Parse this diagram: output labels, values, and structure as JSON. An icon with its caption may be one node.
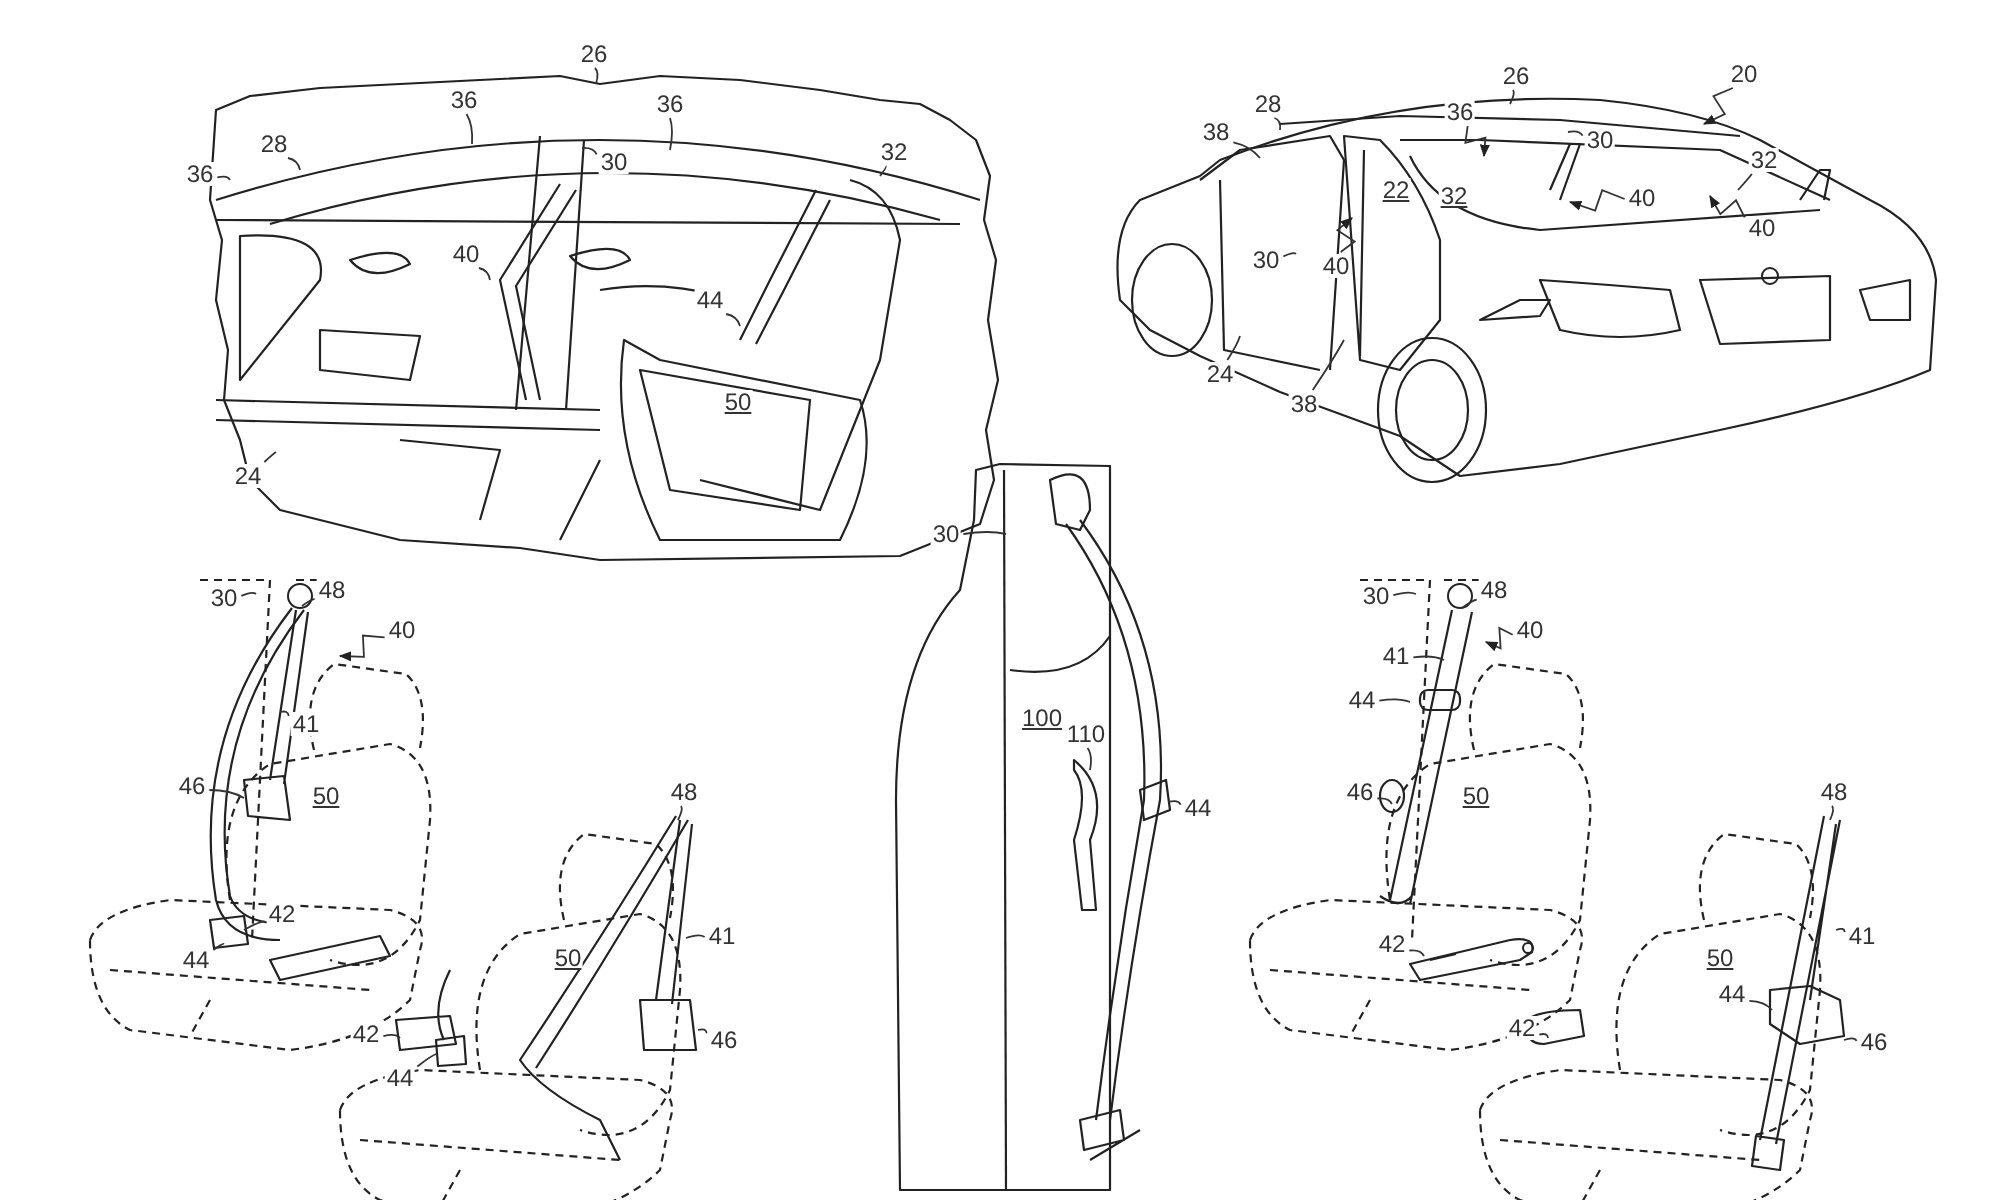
{
  "diagram": {
    "nodes": [
      {
        "text": [
          "26"
        ]
      },
      {
        "text": [
          "36"
        ]
      },
      {
        "text": [
          "36"
        ]
      },
      {
        "text": [
          "36"
        ]
      },
      {
        "text": [
          "28"
        ]
      },
      {
        "text": [
          "30"
        ]
      },
      {
        "text": [
          "32"
        ]
      },
      {
        "text": [
          "40"
        ]
      },
      {
        "text": [
          "44"
        ]
      },
      {
        "text": [
          "24"
        ]
      },
      {
        "text": [
          "20"
        ]
      },
      {
        "text": [
          "26"
        ]
      },
      {
        "text": [
          "28"
        ]
      },
      {
        "text": [
          "38"
        ]
      },
      {
        "text": [
          "36"
        ]
      },
      {
        "text": [
          "30"
        ]
      },
      {
        "text": [
          "40"
        ]
      },
      {
        "text": [
          "32"
        ]
      },
      {
        "text": [
          "40"
        ]
      },
      {
        "text": [
          "40"
        ]
      },
      {
        "text": [
          "30"
        ]
      },
      {
        "text": [
          "24"
        ]
      },
      {
        "text": [
          "38"
        ]
      },
      {
        "text": [
          "30"
        ]
      },
      {
        "text": [
          "48"
        ]
      },
      {
        "text": [
          "40"
        ]
      },
      {
        "text": [
          "41"
        ]
      },
      {
        "text": [
          "46"
        ]
      },
      {
        "text": [
          "42"
        ]
      },
      {
        "text": [
          "44"
        ]
      },
      {
        "text": [
          "48"
        ]
      },
      {
        "text": [
          "41"
        ]
      },
      {
        "text": [
          "46"
        ]
      },
      {
        "text": [
          "42"
        ]
      },
      {
        "text": [
          "44"
        ]
      },
      {
        "text": [
          "30"
        ]
      },
      {
        "text": [
          "110"
        ]
      },
      {
        "text": [
          "44"
        ]
      },
      {
        "text": [
          "30"
        ]
      },
      {
        "text": [
          "48"
        ]
      },
      {
        "text": [
          "40"
        ]
      },
      {
        "text": [
          "41"
        ]
      },
      {
        "text": [
          "44"
        ]
      },
      {
        "text": [
          "46"
        ]
      },
      {
        "text": [
          "42"
        ]
      },
      {
        "text": [
          "48"
        ]
      },
      {
        "text": [
          "41"
        ]
      },
      {
        "text": [
          "44"
        ]
      },
      {
        "text": [
          "42"
        ]
      },
      {
        "text": [
          "46"
        ]
      },
      {
        "text": [
          "50"
        ]
      },
      {
        "text": [
          "22"
        ]
      },
      {
        "text": [
          "32"
        ]
      },
      {
        "text": [
          "50"
        ]
      },
      {
        "text": [
          "50"
        ]
      },
      {
        "text": [
          "100"
        ]
      },
      {
        "text": [
          "50"
        ]
      },
      {
        "text": [
          "50"
        ]
      }
    ],
    "edges": [
      {
        "from": 0,
        "to": null,
        "arrow": "none"
      },
      {
        "from": 1,
        "to": null,
        "arrow": "none"
      },
      {
        "from": 2,
        "to": null,
        "arrow": "none"
      },
      {
        "from": 3,
        "to": null,
        "arrow": "none"
      },
      {
        "from": 4,
        "to": null,
        "arrow": "none"
      },
      {
        "from": 5,
        "to": null,
        "arrow": "none"
      },
      {
        "from": 6,
        "to": null,
        "arrow": "none"
      },
      {
        "from": 7,
        "to": null,
        "arrow": "none"
      },
      {
        "from": 8,
        "to": null,
        "arrow": "none"
      },
      {
        "from": 9,
        "to": null,
        "arrow": "none"
      },
      {
        "from": 10,
        "to": null,
        "arrow": "to"
      },
      {
        "from": 11,
        "to": null,
        "arrow": "none"
      },
      {
        "from": 12,
        "to": null,
        "arrow": "none"
      },
      {
        "from": 13,
        "to": null,
        "arrow": "none"
      },
      {
        "from": 14,
        "to": null,
        "arrow": "to"
      },
      {
        "from": 15,
        "to": null,
        "arrow": "none"
      },
      {
        "from": 16,
        "to": null,
        "arrow": "to"
      },
      {
        "from": 17,
        "to": null,
        "arrow": "none"
      },
      {
        "from": 18,
        "to": null,
        "arrow": "to"
      },
      {
        "from": 19,
        "to": null,
        "arrow": "to"
      },
      {
        "from": 20,
        "to": null,
        "arrow": "none"
      },
      {
        "from": 21,
        "to": null,
        "arrow": "none"
      },
      {
        "from": 22,
        "to": null,
        "arrow": "none"
      },
      {
        "from": 23,
        "to": null,
        "arrow": "none"
      },
      {
        "from": 24,
        "to": null,
        "arrow": "none"
      },
      {
        "from": 25,
        "to": null,
        "arrow": "to"
      },
      {
        "from": 26,
        "to": null,
        "arrow": "none"
      },
      {
        "from": 27,
        "to": null,
        "arrow": "none"
      },
      {
        "from": 28,
        "to": null,
        "arrow": "none"
      },
      {
        "from": 29,
        "to": null,
        "arrow": "none"
      },
      {
        "from": 30,
        "to": null,
        "arrow": "none"
      },
      {
        "from": 31,
        "to": null,
        "arrow": "none"
      },
      {
        "from": 32,
        "to": null,
        "arrow": "none"
      },
      {
        "from": 33,
        "to": null,
        "arrow": "none"
      },
      {
        "from": 34,
        "to": null,
        "arrow": "none"
      },
      {
        "from": 35,
        "to": null,
        "arrow": "none"
      },
      {
        "from": 36,
        "to": null,
        "arrow": "none"
      },
      {
        "from": 37,
        "to": null,
        "arrow": "none"
      },
      {
        "from": 38,
        "to": null,
        "arrow": "none"
      },
      {
        "from": 39,
        "to": null,
        "arrow": "none"
      },
      {
        "from": 40,
        "to": null,
        "arrow": "to"
      },
      {
        "from": 41,
        "to": null,
        "arrow": "none"
      },
      {
        "from": 42,
        "to": null,
        "arrow": "none"
      },
      {
        "from": 43,
        "to": null,
        "arrow": "none"
      },
      {
        "from": 44,
        "to": null,
        "arrow": "none"
      },
      {
        "from": 45,
        "to": null,
        "arrow": "none"
      },
      {
        "from": 46,
        "to": null,
        "arrow": "none"
      },
      {
        "from": 47,
        "to": null,
        "arrow": "none"
      },
      {
        "from": 48,
        "to": null,
        "arrow": "none"
      },
      {
        "from": 49,
        "to": null,
        "arrow": "none"
      }
    ],
    "labels": []
  }
}
